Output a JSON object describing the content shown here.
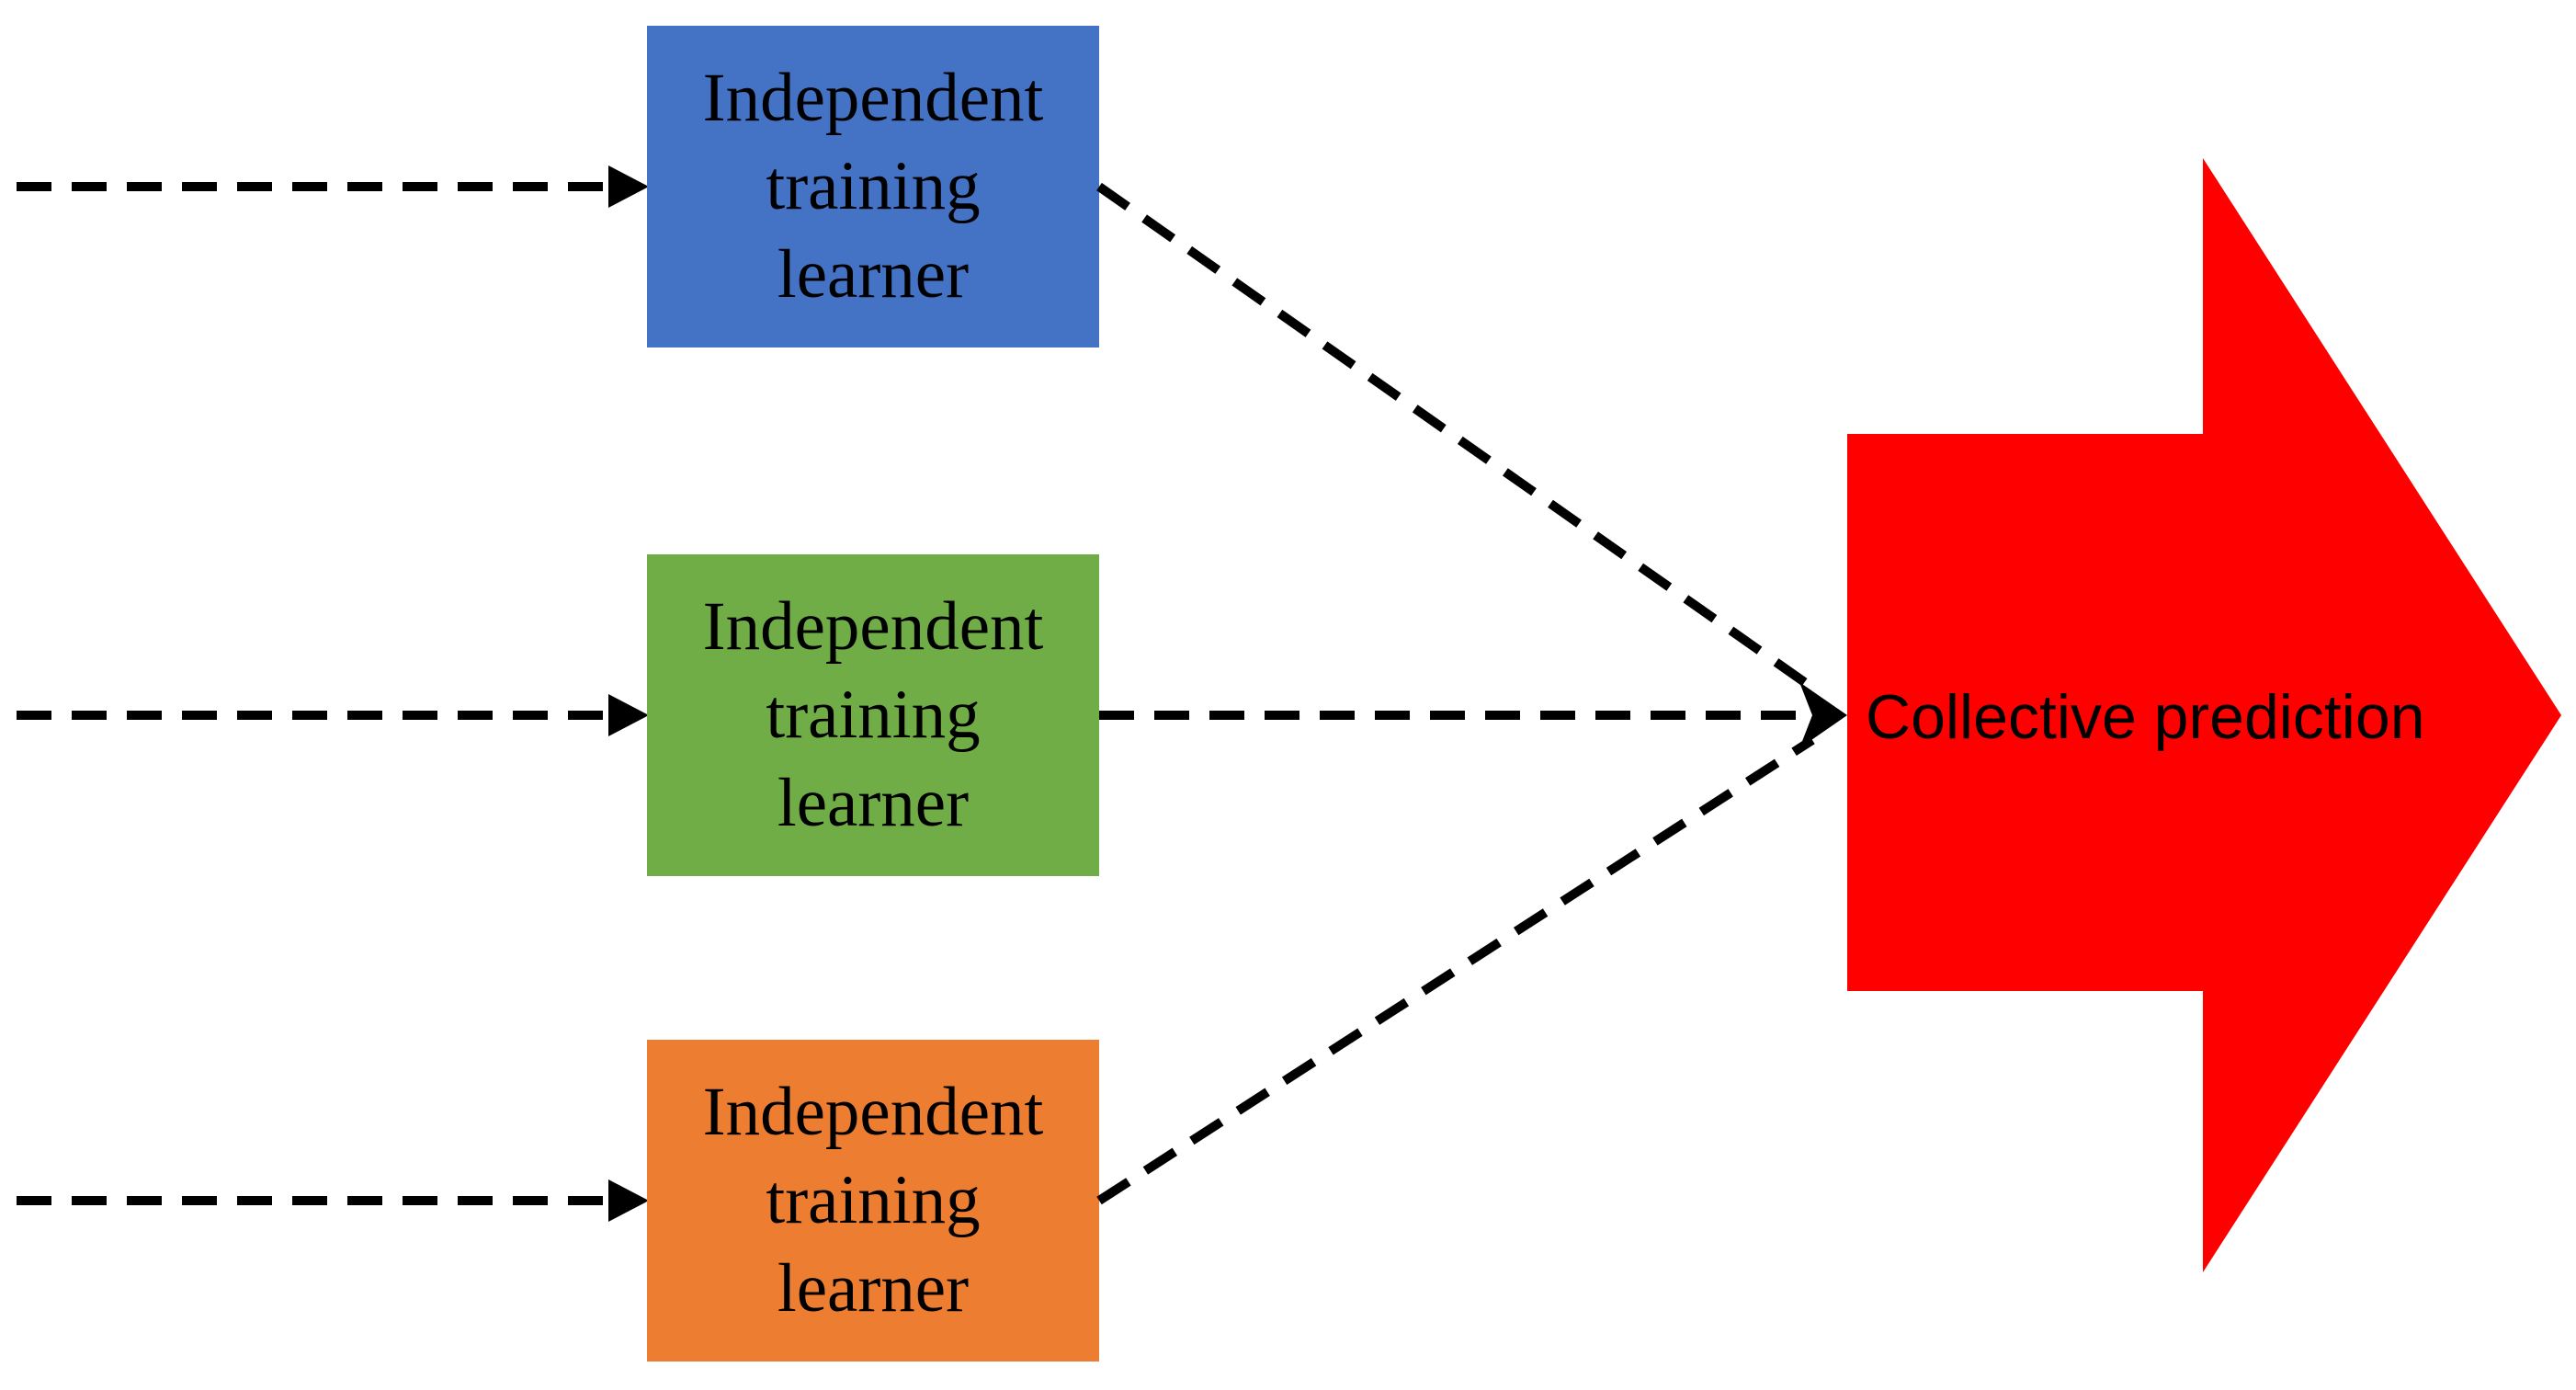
{
  "learners": [
    {
      "id": "blue",
      "label": [
        "Independent",
        "training",
        "learner"
      ],
      "color": "#4472C4"
    },
    {
      "id": "green",
      "label": [
        "Independent",
        "training",
        "learner"
      ],
      "color": "#70AD47"
    },
    {
      "id": "orange",
      "label": [
        "Independent",
        "training",
        "learner"
      ],
      "color": "#ED7D31"
    }
  ],
  "output": {
    "label": "Collective prediction",
    "color": "#FF0000"
  },
  "connector_style": {
    "type": "dashed-arrow",
    "color": "#000000"
  }
}
